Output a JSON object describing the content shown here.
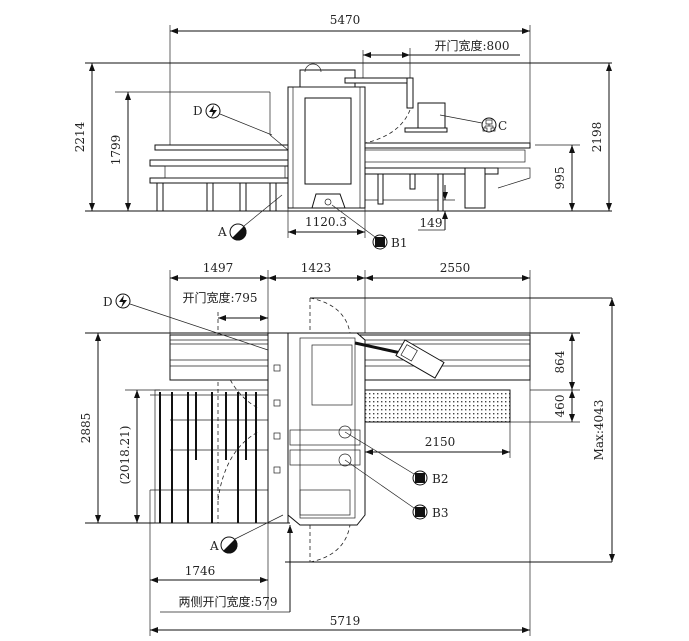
{
  "side_view": {
    "total_width": "5470",
    "door_width": "开门宽度:800",
    "height_total": "2214",
    "height_body": "1799",
    "height_right": "2198",
    "table_height": "995",
    "offset_149": "149",
    "cabinet_width": "1120.3",
    "markers": {
      "A": "A",
      "B1": "B1",
      "C": "C",
      "D": "D"
    }
  },
  "top_view": {
    "left_width": "1497",
    "center_width": "1423",
    "right_width": "2550",
    "door_width": "开门宽度:795",
    "depth_total": "2885",
    "depth_rack": "(2018.21)",
    "rail_depth": "864",
    "table_depth": "460",
    "table_length": "2150",
    "max_depth": "Max:4043",
    "left_offset": "1746",
    "side_door_width": "两侧开门宽度:579",
    "overall_width": "5719",
    "markers": {
      "A": "A",
      "B2": "B2",
      "B3": "B3",
      "D": "D"
    }
  }
}
